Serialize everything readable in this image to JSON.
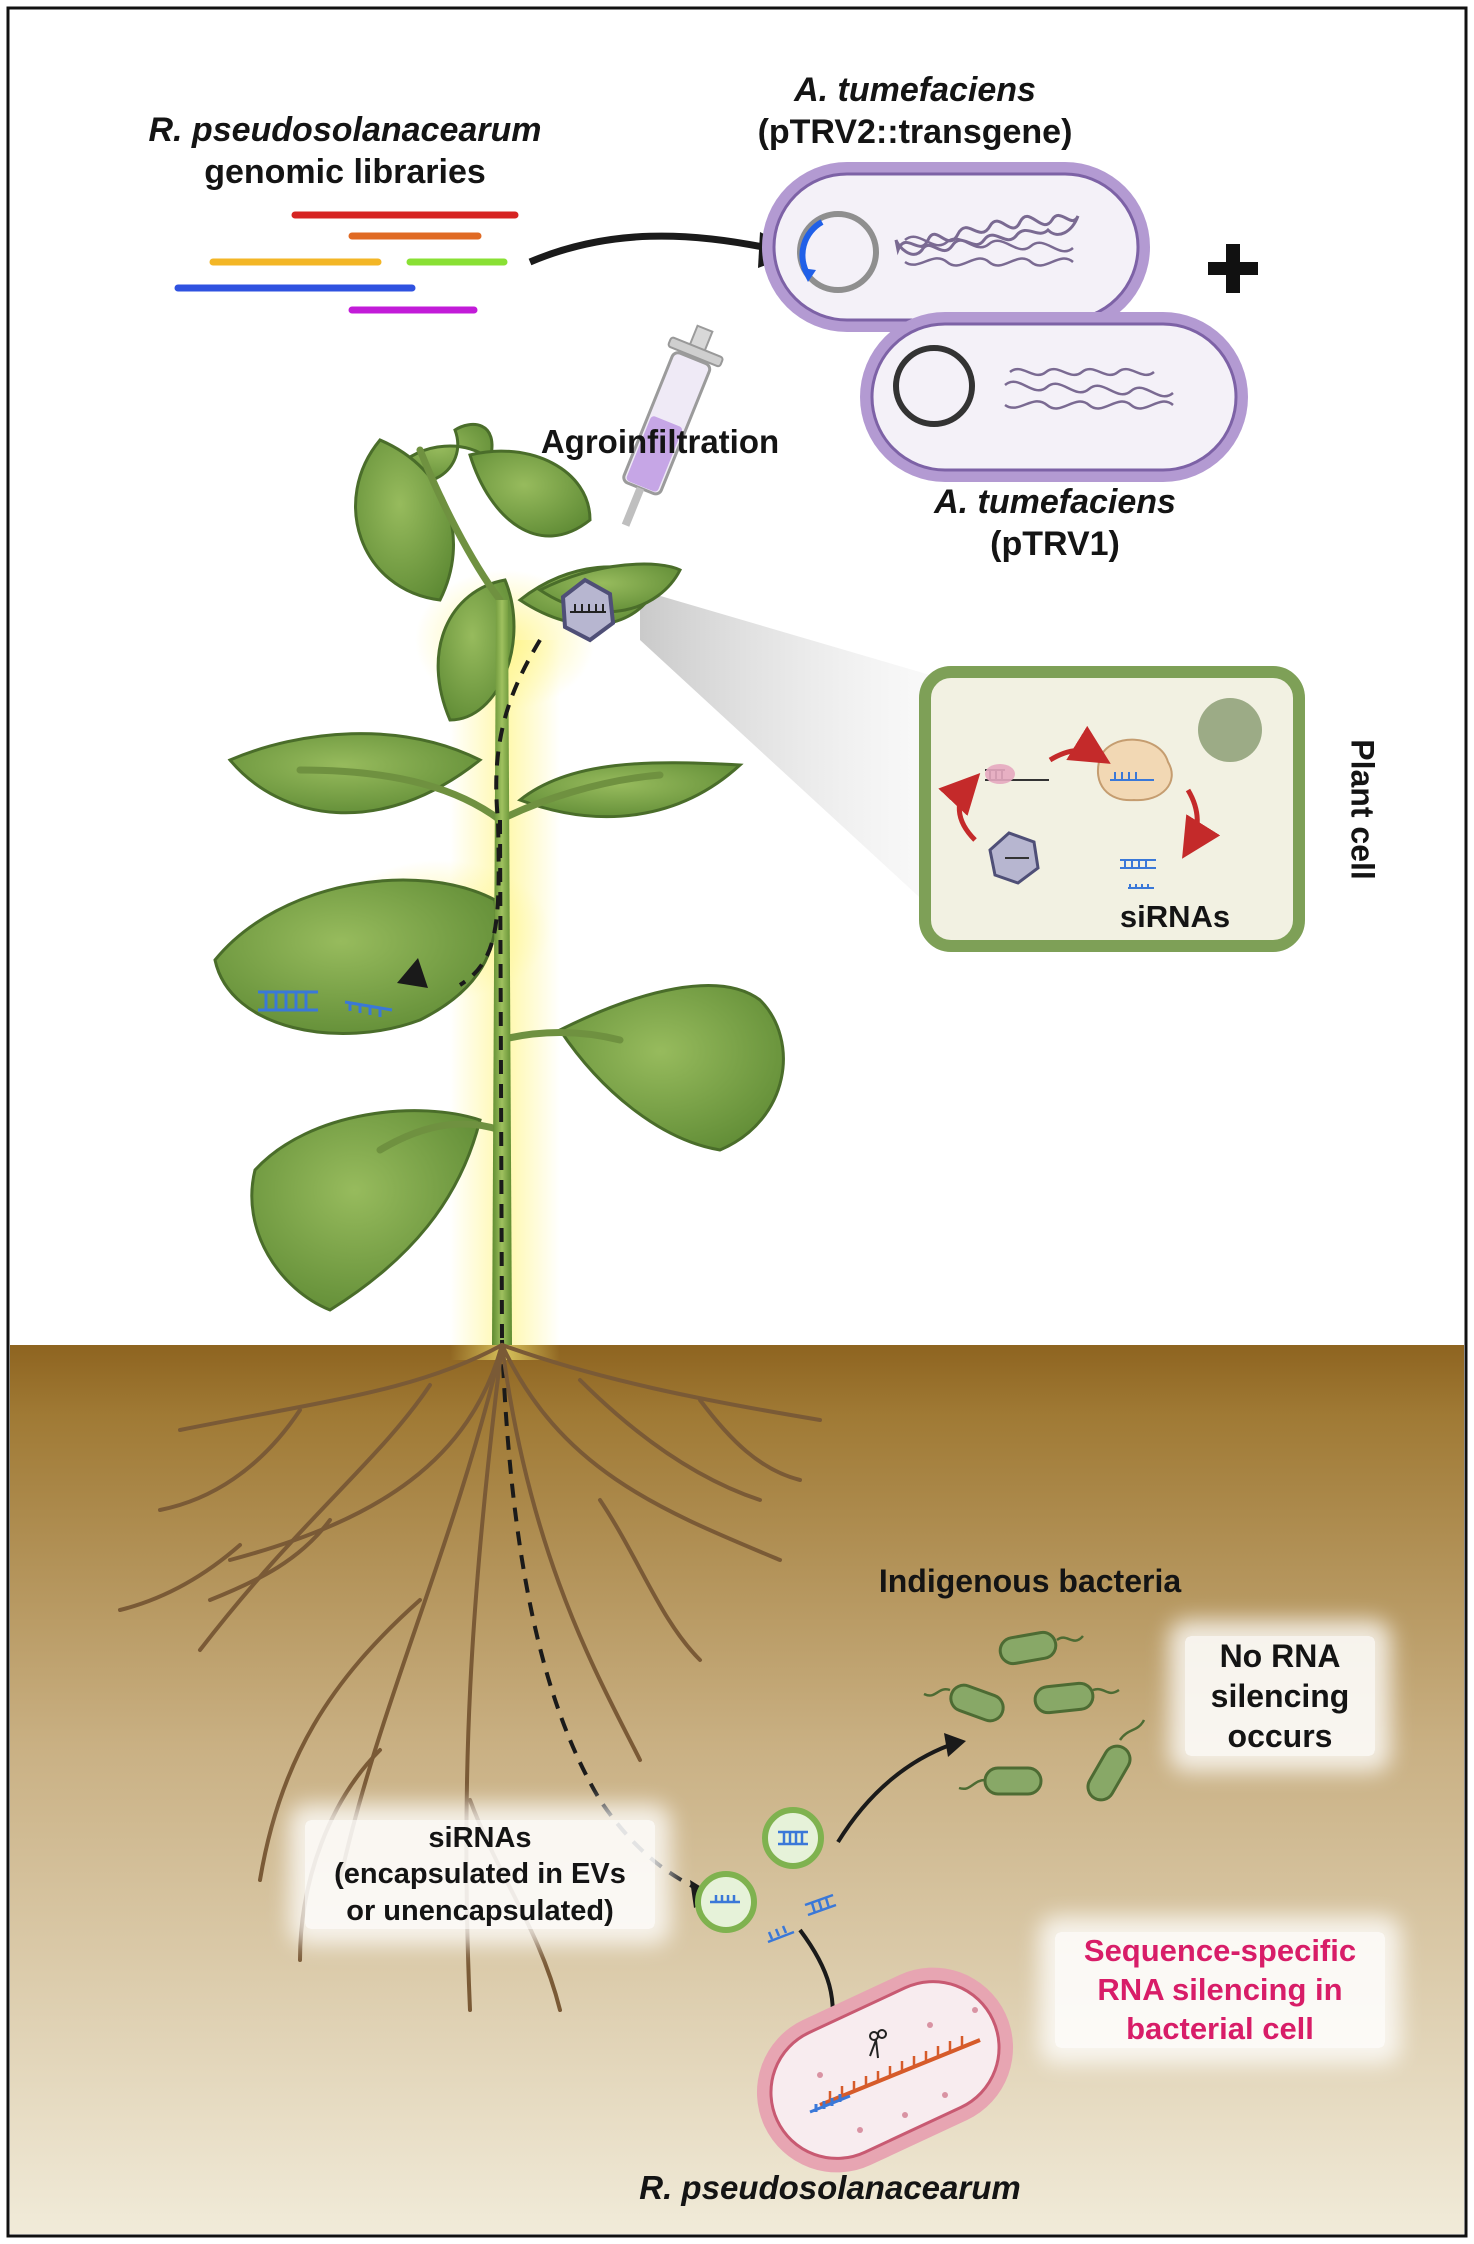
{
  "labels": {
    "libraries_title": "R. pseudosolanacearum",
    "libraries_sub": "genomic libraries",
    "agro_top_title": "A. tumefaciens",
    "agro_top_sub": "(pTRV2::transgene)",
    "plus": "+",
    "agro_bottom_title": "A. tumefaciens",
    "agro_bottom_sub": "(pTRV1)",
    "agroinfiltration": "Agroinfiltration",
    "plant_cell": "Plant cell",
    "sirnas_cell": "siRNAs",
    "indigenous": "Indigenous bacteria",
    "no_silencing": [
      "No RNA",
      "silencing",
      "occurs"
    ],
    "sirnas_soil": [
      "siRNAs",
      "(encapsulated in EVs",
      "or unencapsulated)"
    ],
    "specific_silencing": [
      "Sequence-specific",
      "RNA silencing in",
      "bacterial cell"
    ],
    "rpseudo_bottom": "R. pseudosolanacearum"
  },
  "colors": {
    "library_lines": [
      "#d62422",
      "#e06a24",
      "#f3b626",
      "#89e034",
      "#2f52e0",
      "#c21bd8"
    ],
    "silencing_text": "#d81d68",
    "bacteria_membrane": "#9b7fc0",
    "plant_cell_border": "#7ea057",
    "soil_top": "#8e6420",
    "sirna_blue": "#3a78d8",
    "arrow_red": "#c42a2a"
  }
}
